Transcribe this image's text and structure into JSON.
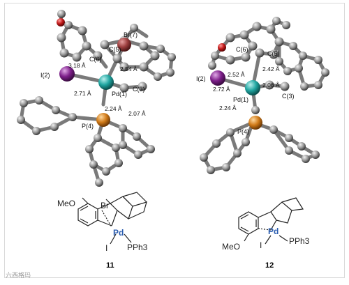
{
  "structure_11": {
    "atom_labels": {
      "br": "Br(7)",
      "c5": "C(5)",
      "c6": "C(6)",
      "i2": "I(2)",
      "pd1": "Pd(1)",
      "c3": "C(3)",
      "p4": "P(4)"
    },
    "distances": {
      "d1": "3.18 Å",
      "d2": "2.54 Å",
      "d3": "2.71 Å",
      "d4": "2.24 Å",
      "d5": "2.07 Å"
    },
    "compound_number": "11"
  },
  "structure_12": {
    "atom_labels": {
      "c6": "C(6)",
      "c5": "C(5)",
      "i2": "I(2)",
      "pd1": "Pd(1)",
      "c3": "C(3)",
      "p4": "P(4)"
    },
    "distances": {
      "d1": "2.52 Å",
      "d2": "2.42 Å",
      "d3": "2.72 Å",
      "d4": "2.06 Å",
      "d5": "2.24 Å"
    },
    "compound_number": "12"
  },
  "drawing_11": {
    "meo": "MeO",
    "br": "Br",
    "pd": "Pd",
    "i": "I",
    "pph3": "PPh3"
  },
  "drawing_12": {
    "meo": "MeO",
    "pd": "Pd",
    "i": "I",
    "pph3": "PPh3"
  },
  "watermark": "六西格玛"
}
